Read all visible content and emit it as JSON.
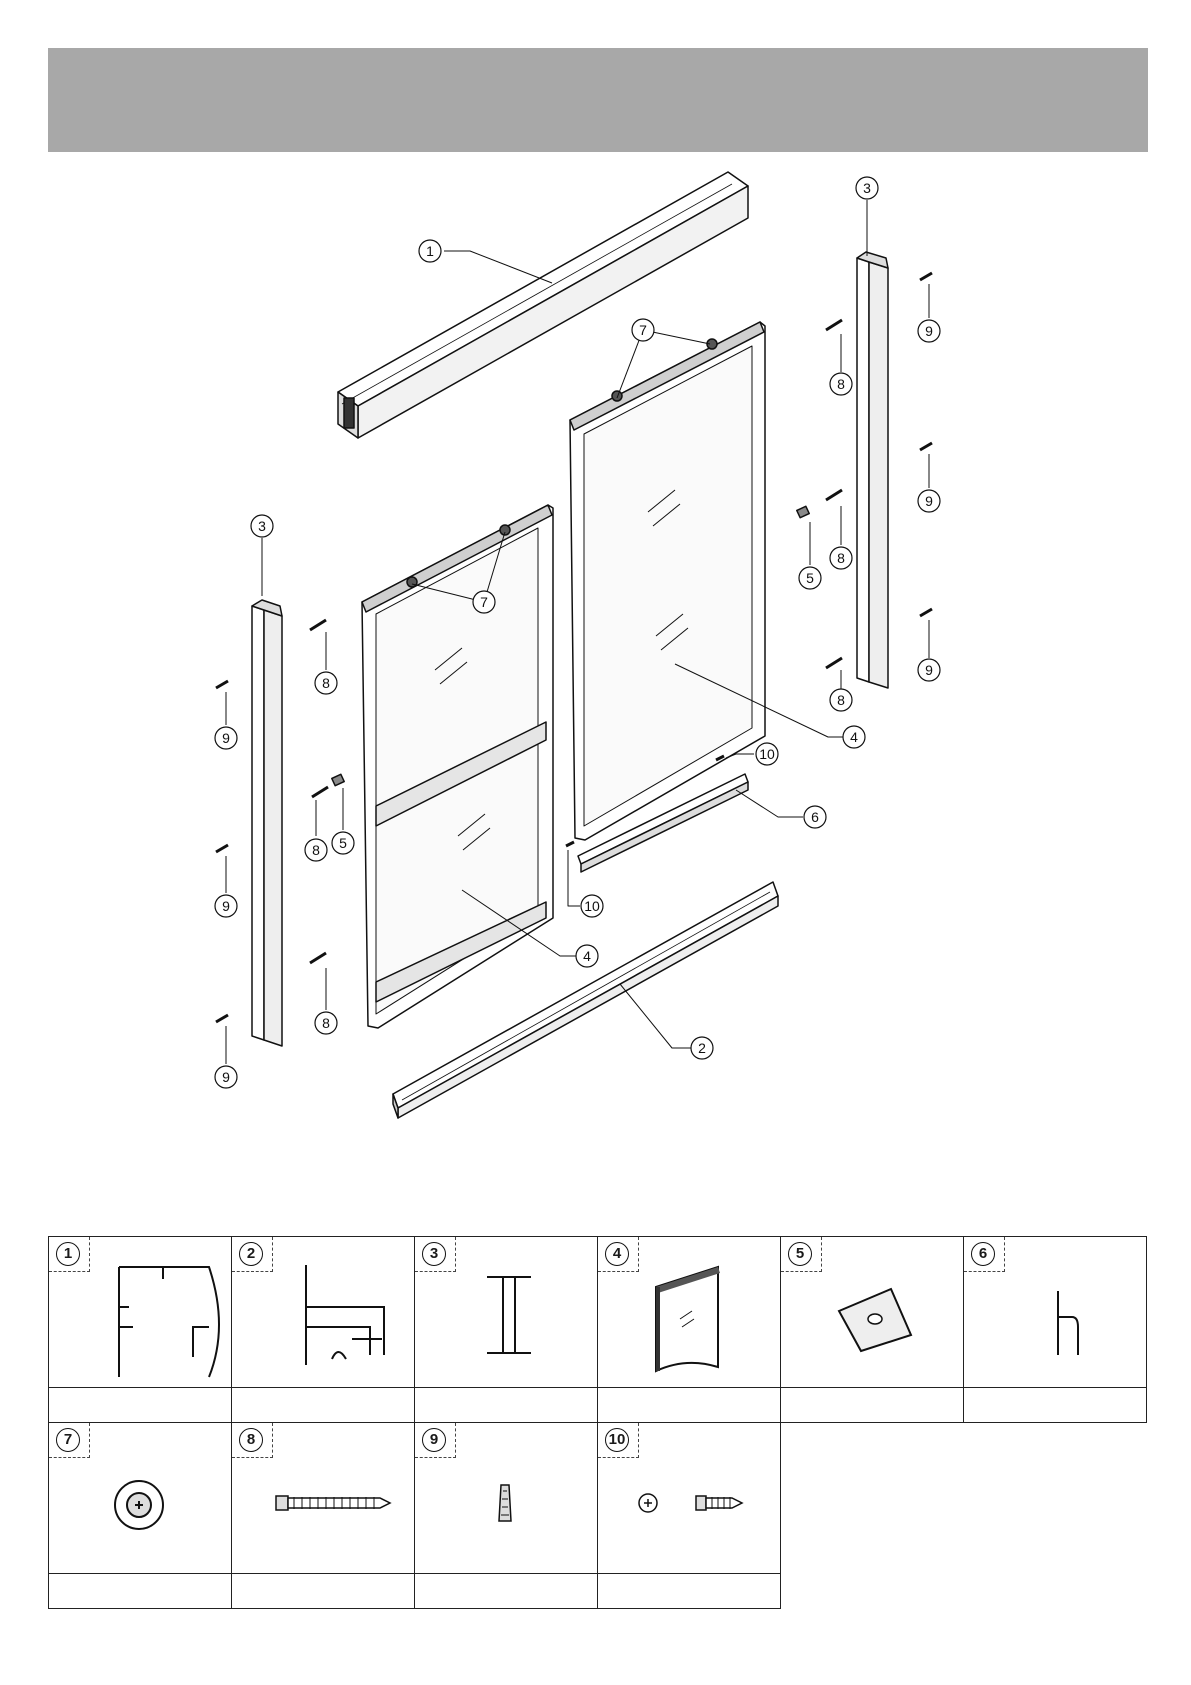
{
  "callouts": [
    "1",
    "2",
    "3",
    "3",
    "4",
    "4",
    "5",
    "5",
    "6",
    "7",
    "7",
    "8",
    "8",
    "8",
    "8",
    "8",
    "8",
    "9",
    "9",
    "9",
    "9",
    "9",
    "9",
    "10",
    "10"
  ],
  "parts": [
    {
      "number": "1",
      "icon": "top-rail-profile-icon",
      "label": ""
    },
    {
      "number": "2",
      "icon": "bottom-rail-profile-icon",
      "label": ""
    },
    {
      "number": "3",
      "icon": "wall-jamb-profile-icon",
      "label": ""
    },
    {
      "number": "4",
      "icon": "door-panel-icon",
      "label": ""
    },
    {
      "number": "5",
      "icon": "door-stop-icon",
      "label": ""
    },
    {
      "number": "6",
      "icon": "guide-profile-icon",
      "label": ""
    },
    {
      "number": "7",
      "icon": "roller-wheel-icon",
      "label": ""
    },
    {
      "number": "8",
      "icon": "long-screw-icon",
      "label": ""
    },
    {
      "number": "9",
      "icon": "wall-plug-icon",
      "label": ""
    },
    {
      "number": "10",
      "icon": "short-screw-icon",
      "label": ""
    }
  ]
}
